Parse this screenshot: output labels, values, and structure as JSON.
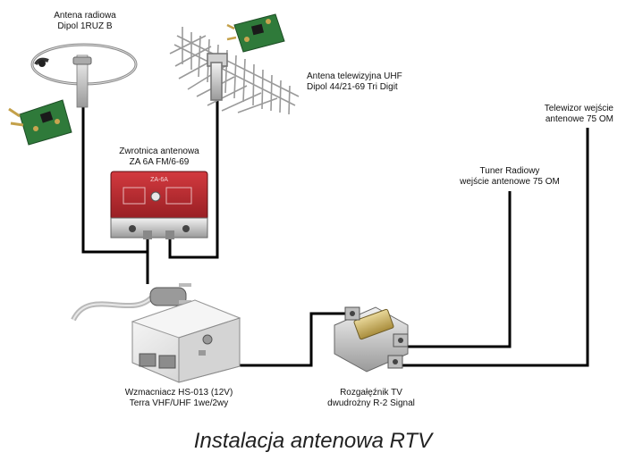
{
  "title": "Instalacja antenowa RTV",
  "components": {
    "radio_antenna": {
      "line1": "Antena radiowa",
      "line2": "Dipol 1RUZ B"
    },
    "tv_antenna": {
      "line1": "Antena telewizyjna UHF",
      "line2": "Dipol 44/21-69 Tri Digit"
    },
    "combiner": {
      "line1": "Zwrotnica antenowa",
      "line2": "ZA 6A FM/6-69",
      "device_text": "ZA-6A"
    },
    "amplifier": {
      "line1": "Wzmacniacz HS-013 (12V)",
      "line2": "Terra VHF/UHF 1we/2wy"
    },
    "splitter": {
      "line1": "Rozgałęźnik TV",
      "line2": "dwudrożny R-2 Signal"
    },
    "tuner": {
      "line1": "Tuner Radiowy",
      "line2": "wejście antenowe 75 OM"
    },
    "tv": {
      "line1": "Telewizor wejście",
      "line2": "antenowe 75 OM"
    }
  },
  "colors": {
    "wire": "#000000",
    "combiner_red": "#b8232a",
    "pcb_green": "#2f7a3a",
    "metal": "#c9c9c9"
  }
}
